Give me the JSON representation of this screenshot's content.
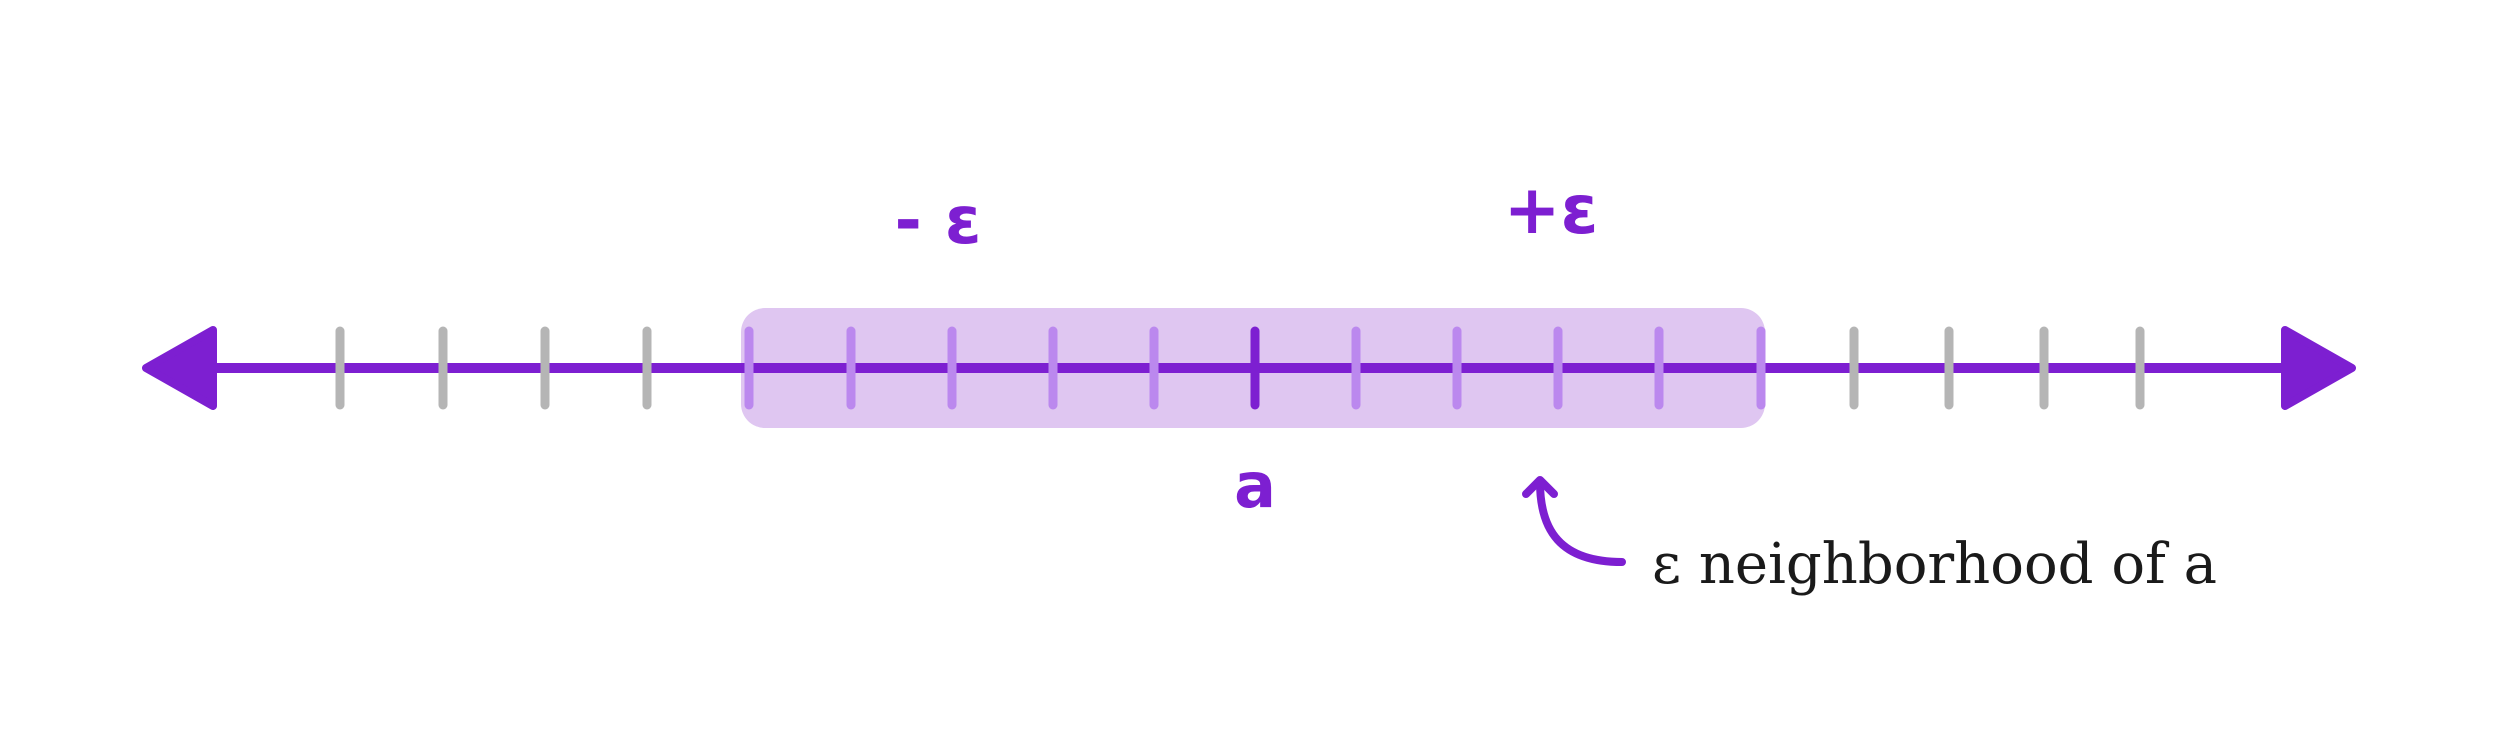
{
  "labels": {
    "minus_epsilon": "- ε",
    "plus_epsilon": "+ε",
    "center": "a",
    "caption": "ε neighborhood of a"
  },
  "colors": {
    "axis": "#7d1fd1",
    "tick_outside": "#b5b5b5",
    "tick_inside": "#bb88ee",
    "tick_center": "#7d1fd1",
    "band_fill": "#dfc6f1",
    "caption": "#1a1a1a"
  },
  "diagram": {
    "type": "number-line",
    "tick_count": 19,
    "center_tick_index": 9,
    "neighborhood": {
      "from_tick_index": 4,
      "to_tick_index": 14
    }
  }
}
